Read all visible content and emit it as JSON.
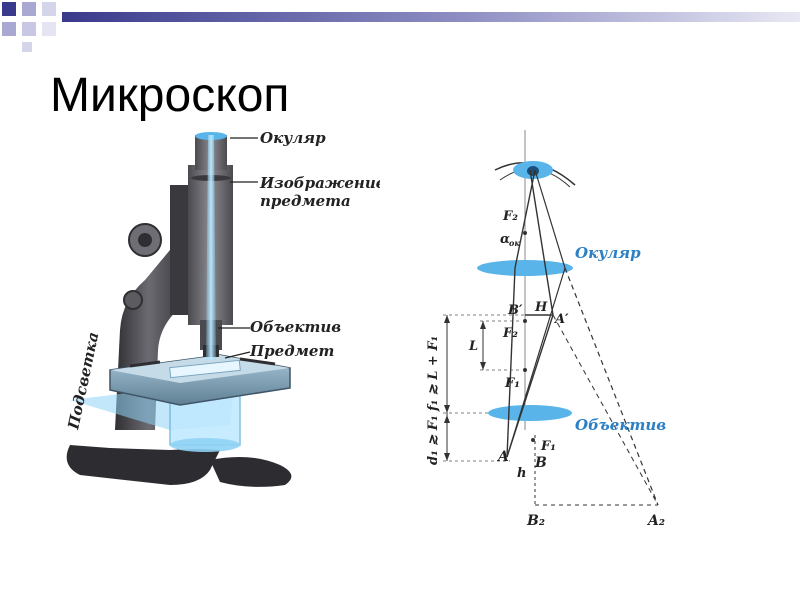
{
  "slide": {
    "title": "Микроскоп"
  },
  "microscope": {
    "labels": {
      "eyepiece": "Окуляр",
      "image_line1": "Изображение",
      "image_line2": "предмета",
      "objective": "Объектив",
      "specimen": "Предмет",
      "illumination": "Подсветка"
    }
  },
  "optics": {
    "labels": {
      "eyepiece": "Окуляр",
      "objective": "Объектив"
    },
    "symbols": {
      "F2_top": "F₂",
      "alpha": "α",
      "alpha_sub": "ок",
      "B_prime": "B′",
      "H": "H",
      "A_prime": "A′",
      "F2_mid": "F₂",
      "L": "L",
      "F1_upper": "F₁",
      "F1_lower": "F₁",
      "A": "A",
      "B": "B",
      "h": "h",
      "B2": "B₂",
      "A2": "A₂"
    },
    "conditions": {
      "d1": "d₁ ≳ F₁",
      "f1": "f₁ ≳ L + F₁"
    }
  },
  "colors": {
    "deco_dark": "#3a3a8c",
    "deco_gradient_end": "#e8e8f4",
    "lens_blue": "#59b4ea",
    "label_blue": "#2b7fc4",
    "metal_dark": "#3a3a3e",
    "light_beam": "#8fd3f5"
  }
}
